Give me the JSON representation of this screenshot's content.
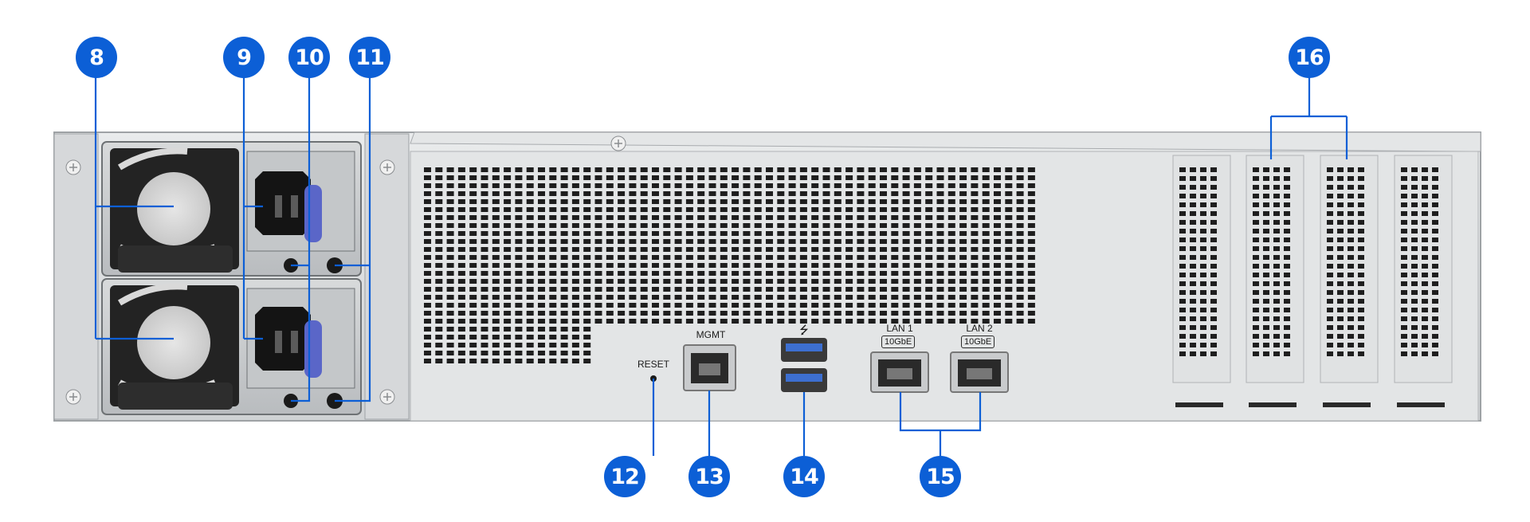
{
  "callouts": {
    "c8": "8",
    "c9": "9",
    "c10": "10",
    "c11": "11",
    "c12": "12",
    "c13": "13",
    "c14": "14",
    "c15": "15",
    "c16": "16"
  },
  "port_labels": {
    "mgmt": "MGMT",
    "reset": "RESET",
    "lan1": "LAN 1",
    "lan1_speed": "10GbE",
    "lan2": "LAN 2",
    "lan2_speed": "10GbE"
  },
  "colors": {
    "callout": "#0c5fd6",
    "chassis": "#dcdedf",
    "port_highlight": "#5a66c8"
  },
  "icons": {
    "usb": "usb-icon"
  }
}
